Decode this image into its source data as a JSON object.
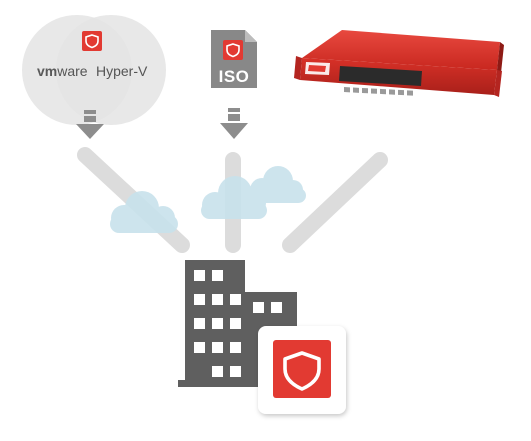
{
  "sources": {
    "virtual": {
      "vmware_prefix": "vm",
      "vmware_suffix": "ware",
      "hyperv_label": "Hyper-V"
    },
    "iso": {
      "label": "ISO"
    },
    "appliance": {}
  },
  "icons": {
    "shield": "shield-icon",
    "cloud": "cloud-icon",
    "building": "building-icon",
    "arrow": "arrow-down-icon"
  },
  "colors": {
    "brand_red": "#e23a32",
    "circle_gray": "#e4e4e4",
    "arrow_gray": "#8d8d8d",
    "line_gray": "#dcdcdc",
    "cloud_blue": "#c8e2ec",
    "building_gray": "#5f5f5f"
  }
}
